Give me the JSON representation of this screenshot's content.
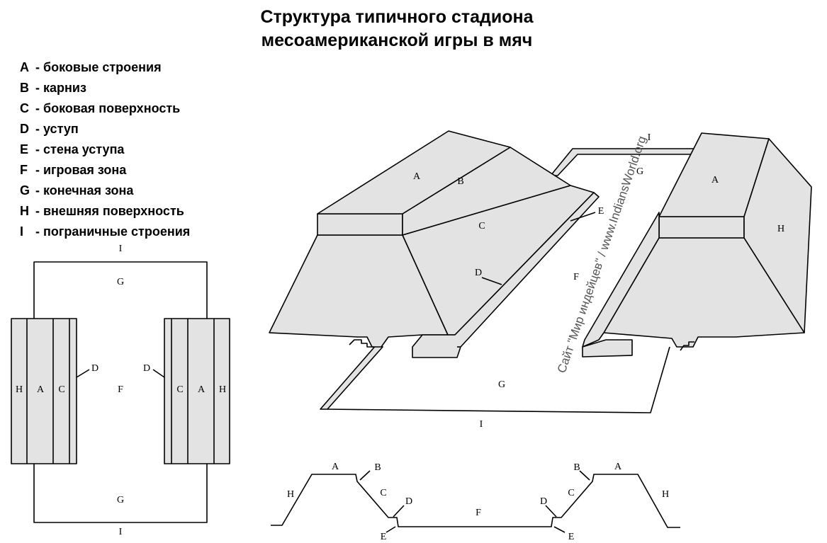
{
  "title": {
    "line1": "Структура типичного стадиона",
    "line2": "месоамериканской игры в мяч"
  },
  "legend": [
    {
      "letter": "A",
      "text": "- боковые строения"
    },
    {
      "letter": "B",
      "text": "- карниз"
    },
    {
      "letter": "C",
      "text": "- боковая поверхность"
    },
    {
      "letter": "D",
      "text": "- уступ"
    },
    {
      "letter": "E",
      "text": "- стена уступа"
    },
    {
      "letter": "F",
      "text": "- игровая зона"
    },
    {
      "letter": "G",
      "text": "- конечная зона"
    },
    {
      "letter": "H",
      "text": "- внешняя поверхность"
    },
    {
      "letter": "I",
      "text": "- пограничные строения"
    }
  ],
  "labels": {
    "A": "A",
    "B": "B",
    "C": "C",
    "D": "D",
    "E": "E",
    "F": "F",
    "G": "G",
    "H": "H",
    "I": "I"
  },
  "watermark": "Сайт \"Мир индейцев\" / www.IndiansWorld.org"
}
